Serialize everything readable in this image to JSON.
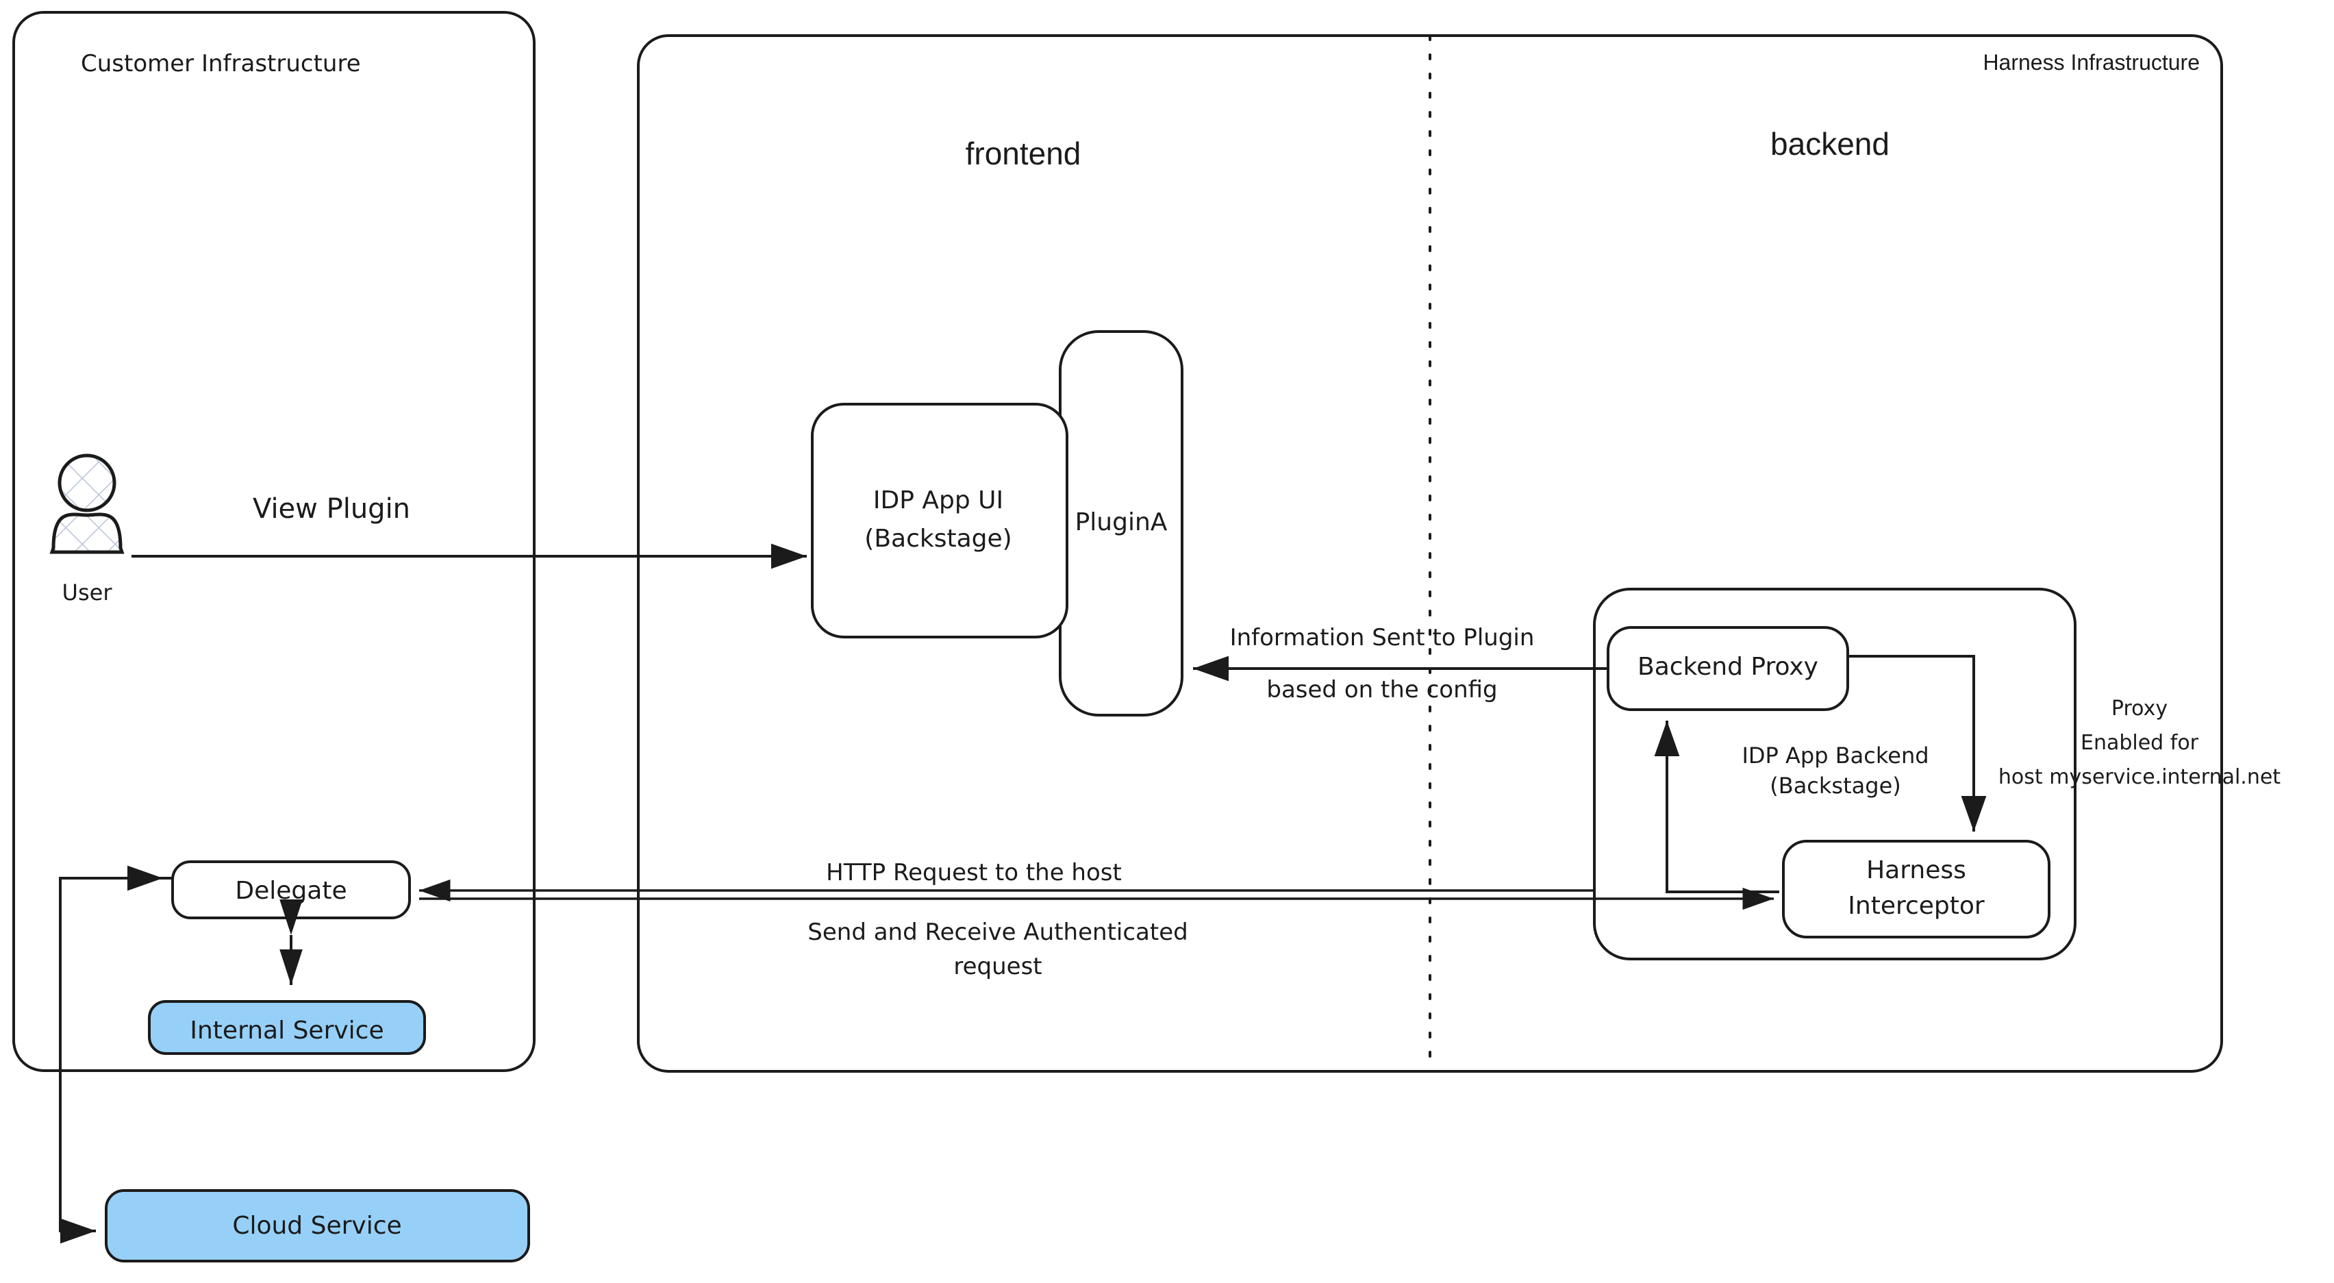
{
  "diagram": {
    "title": "Harness IDP Plugin Proxy Architecture",
    "colors": {
      "stroke": "#1b1b1b",
      "background": "#ffffff",
      "node_fill": "#ffffff",
      "service_fill": "#96d0f8"
    }
  },
  "containers": {
    "customer": {
      "label": "Customer Infrastructure"
    },
    "harness": {
      "label": "Harness Infrastructure"
    },
    "lanes": {
      "frontend": "frontend",
      "backend": "backend"
    },
    "backstage_backend": {
      "label_line1": "IDP App Backend",
      "label_line2": "(Backstage)"
    }
  },
  "actors": {
    "user": {
      "label": "User",
      "icon": "user-actor-icon"
    }
  },
  "nodes": {
    "idp_app_ui": {
      "line1": "IDP App UI",
      "line2": "(Backstage)"
    },
    "plugin_a": {
      "label": "PluginA"
    },
    "backend_proxy": {
      "label": "Backend Proxy"
    },
    "harness_interceptor": {
      "line1": "Harness",
      "line2": "Interceptor"
    },
    "delegate": {
      "label": "Delegate"
    },
    "internal_service": {
      "label": "Internal Service"
    },
    "cloud_service": {
      "label": "Cloud Service"
    }
  },
  "edges": {
    "view_plugin": {
      "label": "View Plugin"
    },
    "info_to_plugin": {
      "line1": "Information Sent to Plugin",
      "line2": "based on the config"
    },
    "http_request": {
      "line1": "HTTP Request to the host",
      "line2": "Send and Receive Authenticated",
      "line3": "request"
    },
    "proxy_enabled": {
      "line1": "Proxy",
      "line2": "Enabled for",
      "line3": "host myservice.internal.net"
    }
  }
}
